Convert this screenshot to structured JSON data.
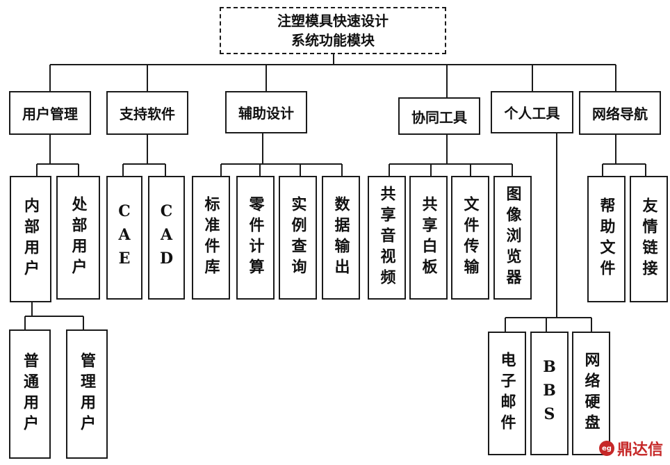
{
  "root": {
    "line1": "注塑模具快速设计",
    "line2": "系统功能模块"
  },
  "categories": {
    "user_mgmt": "用户管理",
    "support_sw": "支持软件",
    "aux_design": "辅助设计",
    "collab_tools": "协同工具",
    "personal_tools": "个人工具",
    "nav": "网络导航"
  },
  "leaves": {
    "internal_user": "内部用户",
    "dept_user": "处部用户",
    "cae": "CAE",
    "cad": "CAD",
    "std_parts": "标准件库",
    "part_calc": "零件计算",
    "case_query": "实例查询",
    "data_output": "数据输出",
    "share_av": "共享音视频",
    "share_board": "共享白板",
    "file_transfer": "文件传输",
    "image_browser": "图像浏览器",
    "help_docs": "帮助文件",
    "friend_links": "友情链接",
    "normal_user": "普通用户",
    "admin_user": "管理用户",
    "email": "电子邮件",
    "bbs": "BBS",
    "net_disk": "网络硬盘"
  },
  "watermark": {
    "text": "鼎达信",
    "logo": "eg"
  }
}
